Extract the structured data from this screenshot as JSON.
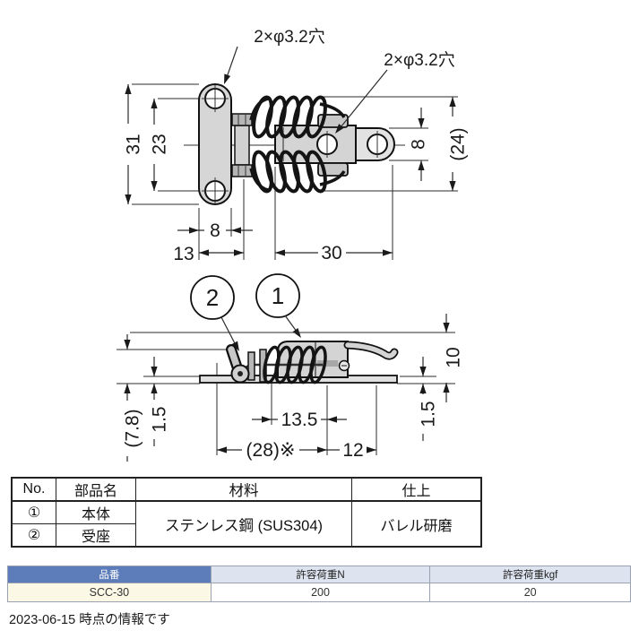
{
  "labels": {
    "hole_label_plate": "2×φ3.2穴",
    "hole_label_body": "2×φ3.2穴"
  },
  "balloons": {
    "body": "1",
    "catch": "2"
  },
  "top_view_dims": {
    "overall_height": "31",
    "hole_pitch": "23",
    "plate_width": "8",
    "plate_offset": "13",
    "body_length": "30",
    "tab_width": "8",
    "spring_width": "(24)"
  },
  "side_view_dims": {
    "catch_height": "(7.8)",
    "base_thickness_left": "1.5",
    "spring_span": "13.5",
    "ref_length": "(28)※",
    "hook_length": "12",
    "base_thickness_right": "1.5",
    "overall_height": "10"
  },
  "parts_table": {
    "headers": [
      "No.",
      "部品名",
      "材料",
      "仕上"
    ],
    "rows": [
      {
        "no": "①",
        "name": "本体"
      },
      {
        "no": "②",
        "name": "受座"
      }
    ],
    "material": "ステンレス鋼 (SUS304)",
    "finish": "バレル研磨"
  },
  "spec_table": {
    "headers": [
      "品番",
      "許容荷重N",
      "許容荷重kgf"
    ],
    "row": [
      "SCC-30",
      "200",
      "20"
    ]
  },
  "footer_note": "2023-06-15 時点の情報です",
  "colors": {
    "line": "#1a1a1a",
    "part_fill": "#d6d6d6",
    "spec_header_primary": "#5d7cba",
    "spec_header_secondary": "#dde3ef",
    "spec_cell_highlight": "#fbf8e6"
  }
}
